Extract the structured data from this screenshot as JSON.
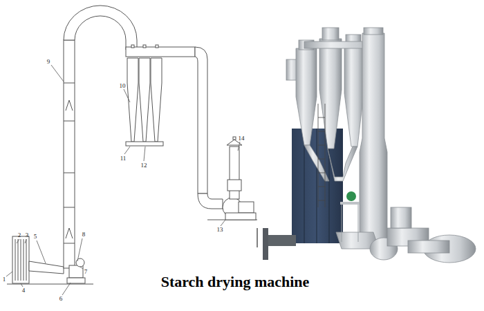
{
  "diagram": {
    "caption": "Starch drying machine",
    "labels": [
      "1",
      "2",
      "3",
      "4",
      "5",
      "6",
      "7",
      "8",
      "9",
      "10",
      "11",
      "12",
      "13",
      "14"
    ]
  }
}
